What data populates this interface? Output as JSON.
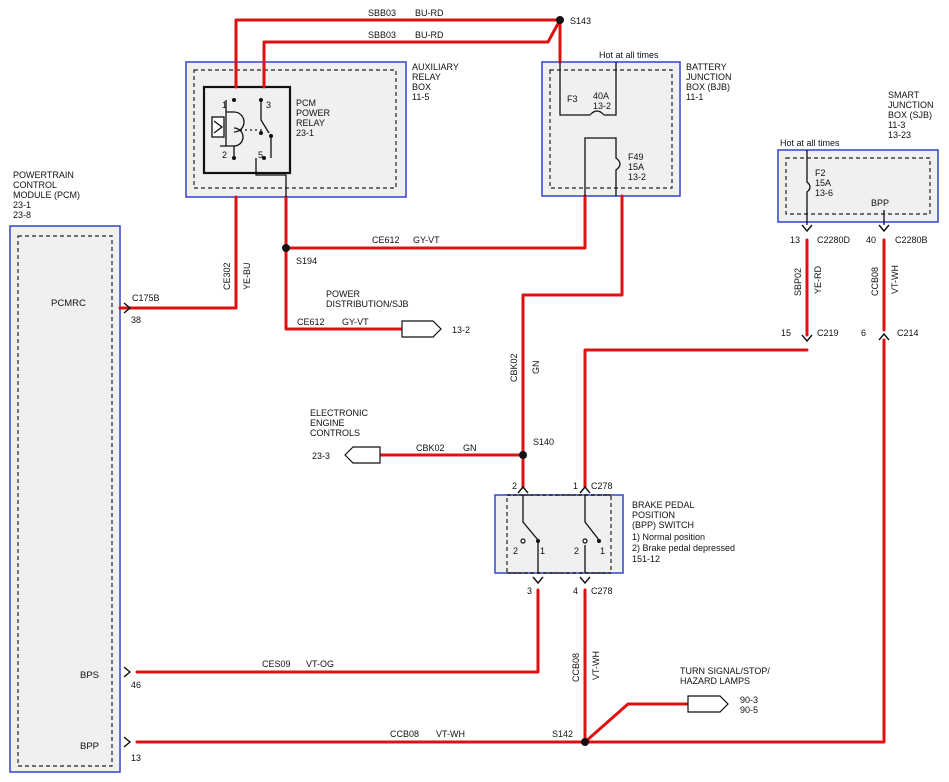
{
  "colors": {
    "wire": "#e01010",
    "module_border": "#3344cc",
    "module_fill": "#f0f0f0",
    "line": "#111111"
  },
  "modules": {
    "pcm": {
      "lines": [
        "POWERTRAIN",
        "CONTROL",
        "MODULE (PCM)",
        "23-1",
        "23-8"
      ]
    },
    "aux_relay_box": {
      "lines": [
        "AUXILIARY",
        "RELAY",
        "BOX",
        "11-5"
      ]
    },
    "pcm_relay": {
      "lines": [
        "PCM",
        "POWER",
        "RELAY",
        "23-1"
      ],
      "pins": [
        "1",
        "3",
        "2",
        "5"
      ]
    },
    "bjb": {
      "lines": [
        "BATTERY",
        "JUNCTION",
        "BOX (BJB)",
        "11-1"
      ],
      "hot": "Hot at all times",
      "f3": [
        "F3",
        "40A",
        "13-2"
      ],
      "f49": [
        "F49",
        "15A",
        "13-2"
      ]
    },
    "sjb": {
      "lines": [
        "SMART",
        "JUNCTION",
        "BOX (SJB)",
        "11-3",
        "13-23"
      ],
      "hot": "Hot at all times",
      "f2": [
        "F2",
        "15A",
        "13-6"
      ],
      "bpp": "BPP"
    },
    "bpp_switch": {
      "lines": [
        "BRAKE PEDAL",
        "POSITION",
        "(BPP) SWITCH",
        "1) Normal position",
        "2) Brake pedal depressed",
        "151-12"
      ],
      "contacts": [
        "2",
        "1",
        "2",
        "1"
      ]
    },
    "power_dist": {
      "lines": [
        "POWER",
        "DISTRIBUTION/SJB"
      ],
      "ref": "13-2"
    },
    "eec": {
      "lines": [
        "ELECTRONIC",
        "ENGINE",
        "CONTROLS"
      ],
      "ref": "23-3"
    },
    "turn": {
      "lines": [
        "TURN SIGNAL/STOP/",
        "HAZARD LAMPS"
      ],
      "refs": [
        "90-3",
        "90-5"
      ]
    }
  },
  "pins": {
    "pcmrc": "PCMRC",
    "bps": "BPS",
    "bpp": "BPP"
  },
  "connectors": {
    "c175b": "C175B",
    "c2280d": "C2280D",
    "c2280b": "C2280B",
    "c219": "C219",
    "c214": "C214",
    "c278": "C278"
  },
  "pin_numbers": {
    "p38": "38",
    "p46": "46",
    "p13": "13",
    "p13_sjb": "13",
    "p40": "40",
    "p15": "15",
    "p6": "6",
    "p2": "2",
    "p1": "1",
    "p3": "3",
    "p4": "4"
  },
  "splices": {
    "s143": "S143",
    "s194": "S194",
    "s140": "S140",
    "s142": "S142"
  },
  "wires": {
    "sbb03": "SBB03",
    "bu_rd": "BU-RD",
    "ce612": "CE612",
    "gy_vt": "GY-VT",
    "ce302": "CE302",
    "ye_bu": "YE-BU",
    "cbk02": "CBK02",
    "gn": "GN",
    "sbp02": "SBP02",
    "ye_rd": "YE-RD",
    "ccb08": "CCB08",
    "vt_wh": "VT-WH",
    "ces09": "CES09",
    "vt_og": "VT-OG"
  }
}
